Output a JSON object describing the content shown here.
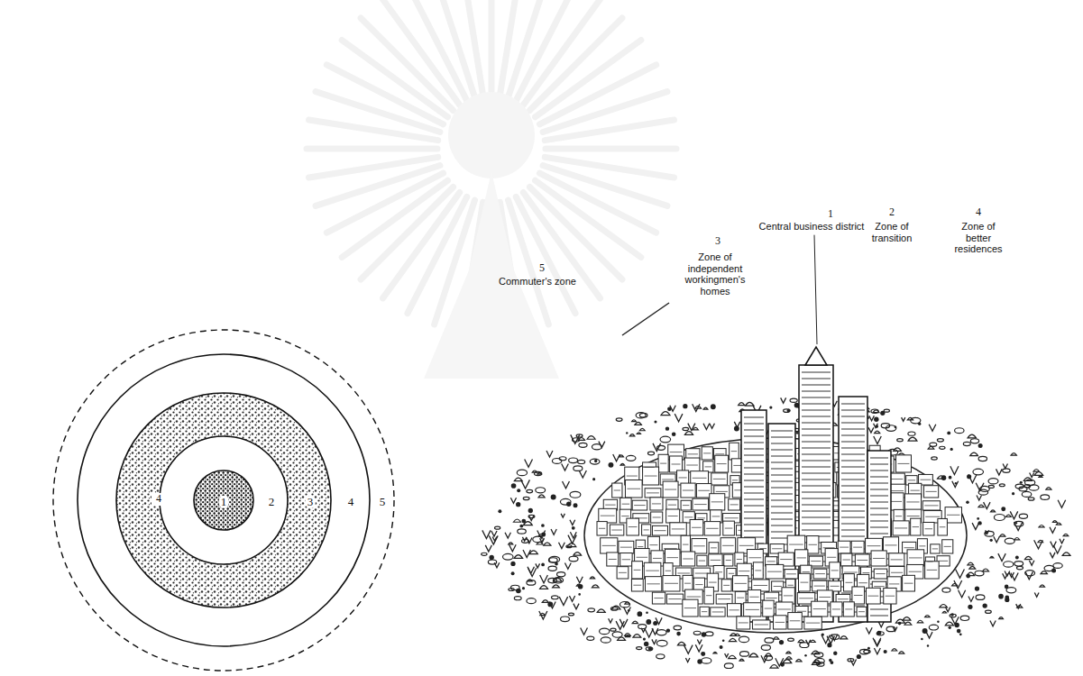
{
  "diagram": {
    "nodes": [
      {
        "text": [
          "5"
        ]
      },
      {
        "text": [
          "4"
        ],
        "in": 0
      },
      {
        "text": [
          "3"
        ],
        "in": 1
      },
      {
        "text": [
          "2"
        ],
        "in": 2
      },
      {
        "text": [
          "1"
        ],
        "in": 3
      }
    ],
    "labels": [
      "3",
      "Zone of independent workingmen's homes",
      "1",
      "Central business district",
      "2",
      "Zone of transition",
      "4",
      "Zone of better residences",
      "5",
      "Commuter's zone",
      "4"
    ]
  }
}
